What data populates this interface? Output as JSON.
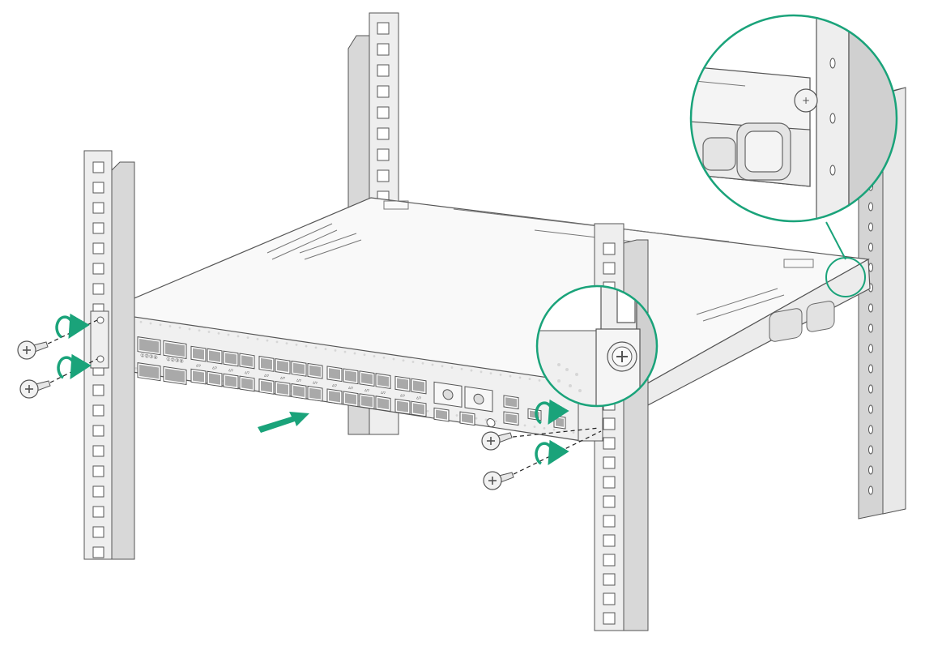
{
  "figure": {
    "port_labels": [
      "①②③④",
      "①②③④",
      "①②③④"
    ],
    "colors": {
      "accent": "#1aa37a",
      "rack": "#eeeeee",
      "rack_side": "#c9c9c9",
      "outline": "#555555",
      "device_top": "#f9f9f9",
      "device_front": "#f0f0f0",
      "port": "#999999"
    }
  }
}
